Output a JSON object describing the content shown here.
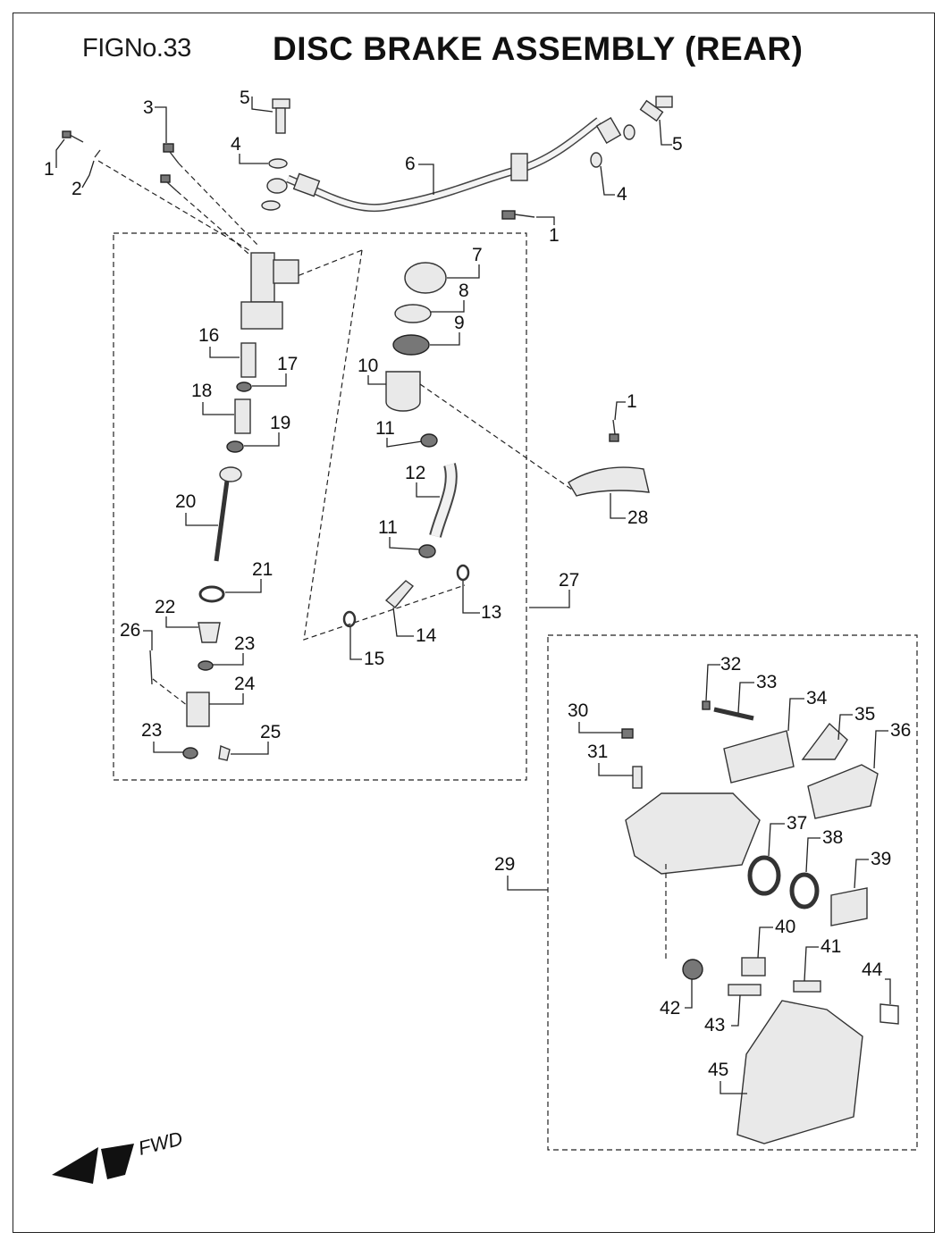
{
  "figure": {
    "number": "FIGNo.33",
    "title": "DISC BRAKE ASSEMBLY (REAR)"
  },
  "direction_label": "FWD",
  "callouts": [
    {
      "id": "c1a",
      "label": "1"
    },
    {
      "id": "c2",
      "label": "2"
    },
    {
      "id": "c3",
      "label": "3"
    },
    {
      "id": "c5a",
      "label": "5"
    },
    {
      "id": "c4a",
      "label": "4"
    },
    {
      "id": "c6",
      "label": "6"
    },
    {
      "id": "c5b",
      "label": "5"
    },
    {
      "id": "c4b",
      "label": "4"
    },
    {
      "id": "c1b",
      "label": "1"
    },
    {
      "id": "c7",
      "label": "7"
    },
    {
      "id": "c8",
      "label": "8"
    },
    {
      "id": "c9",
      "label": "9"
    },
    {
      "id": "c10",
      "label": "10"
    },
    {
      "id": "c16",
      "label": "16"
    },
    {
      "id": "c17",
      "label": "17"
    },
    {
      "id": "c18",
      "label": "18"
    },
    {
      "id": "c19",
      "label": "19"
    },
    {
      "id": "c11a",
      "label": "11"
    },
    {
      "id": "c1c",
      "label": "1"
    },
    {
      "id": "c12",
      "label": "12"
    },
    {
      "id": "c28",
      "label": "28"
    },
    {
      "id": "c20",
      "label": "20"
    },
    {
      "id": "c11b",
      "label": "11"
    },
    {
      "id": "c21",
      "label": "21"
    },
    {
      "id": "c27",
      "label": "27"
    },
    {
      "id": "c22",
      "label": "22"
    },
    {
      "id": "c13",
      "label": "13"
    },
    {
      "id": "c26",
      "label": "26"
    },
    {
      "id": "c14",
      "label": "14"
    },
    {
      "id": "c23a",
      "label": "23"
    },
    {
      "id": "c15",
      "label": "15"
    },
    {
      "id": "c24",
      "label": "24"
    },
    {
      "id": "c23b",
      "label": "23"
    },
    {
      "id": "c25",
      "label": "25"
    },
    {
      "id": "c32",
      "label": "32"
    },
    {
      "id": "c33",
      "label": "33"
    },
    {
      "id": "c34",
      "label": "34"
    },
    {
      "id": "c35",
      "label": "35"
    },
    {
      "id": "c30",
      "label": "30"
    },
    {
      "id": "c36",
      "label": "36"
    },
    {
      "id": "c31",
      "label": "31"
    },
    {
      "id": "c37",
      "label": "37"
    },
    {
      "id": "c38",
      "label": "38"
    },
    {
      "id": "c39",
      "label": "39"
    },
    {
      "id": "c29",
      "label": "29"
    },
    {
      "id": "c40",
      "label": "40"
    },
    {
      "id": "c41",
      "label": "41"
    },
    {
      "id": "c44",
      "label": "44"
    },
    {
      "id": "c42",
      "label": "42"
    },
    {
      "id": "c43",
      "label": "43"
    },
    {
      "id": "c45",
      "label": "45"
    }
  ]
}
